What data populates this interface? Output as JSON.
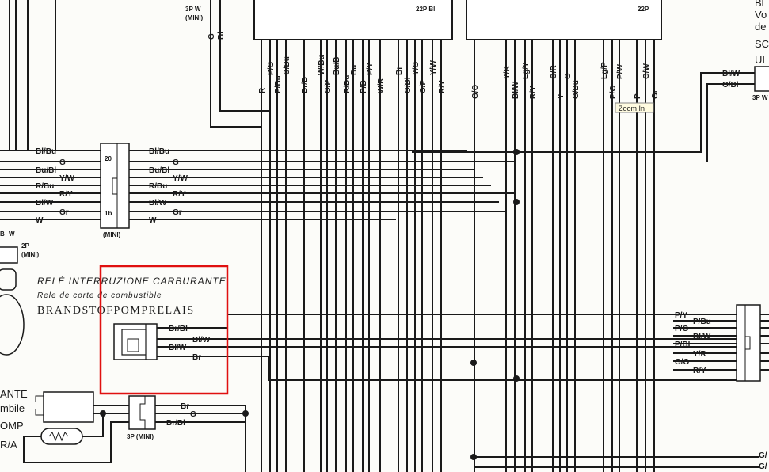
{
  "colors": {
    "wire": "#1a1a1a",
    "highlight": "#e01010",
    "paper": "#fcfcf9"
  },
  "ecu": {
    "left_label": "22P Bl",
    "right_label": "22P",
    "left_wires": [
      "R",
      "P/G",
      "P/Bu",
      "O/Bu",
      "Br/B",
      "W/Bu",
      "G/P",
      "Bu/B",
      "R/Bu",
      "Bu",
      "P/B",
      "P/Y",
      "W/R",
      "Br",
      "O/Bl",
      "Y/G",
      "G/P",
      "Y/W",
      "R/Y"
    ],
    "right_wires": [
      "G/O",
      "Y/R",
      "Bl/W",
      "Lg/Y",
      "R/Y",
      "G/R",
      "Y",
      "G",
      "G/Bu",
      "Lg/P",
      "P/G",
      "P/W",
      "P",
      "G/W",
      "Gr"
    ]
  },
  "top_connector": {
    "label": "3P W",
    "sub": "(MINI)",
    "wires": [
      "G",
      "Bl"
    ]
  },
  "left_connector": {
    "label": "(MINI)",
    "pin_top": "20",
    "pin_bottom": "1b",
    "left_wires": [
      "Bl/Bu",
      "G",
      "Bu/Bl",
      "Y/W",
      "R/Bu",
      "R/Y",
      "Bl/W",
      "Gr",
      "W"
    ],
    "right_wires": [
      "Bl/Bu",
      "G",
      "Bu/Bl",
      "Y/W",
      "R/Bu",
      "R/Y",
      "Bl/W",
      "Gr",
      "W"
    ]
  },
  "small_connector": {
    "label": "2P",
    "sub": "(MINI)",
    "pins": [
      "B",
      "W"
    ]
  },
  "relay": {
    "title_it": "RELÈ INTERRUZIONE CARBURANTE",
    "title_es": "Rele de corte de combustible",
    "title_nl": "BRANDSTOFPOMPRELAIS",
    "wires": [
      "Br/Bl",
      "Bl/W",
      "Bl/W",
      "Br"
    ]
  },
  "pump_connector": {
    "label": "3P (MINI)",
    "wires": [
      "Br",
      "G",
      "Br/Bl"
    ]
  },
  "pump": {
    "side_labels": [
      "ANTE",
      "mbile",
      "OMP",
      "R/A"
    ]
  },
  "right_connector": {
    "wires": [
      "P/Y",
      "P/Bu",
      "P/G",
      "Bl/W",
      "P/Bl",
      "Y/R",
      "G/O",
      "R/Y"
    ]
  },
  "top_right": {
    "text": [
      "Bl",
      "Vo",
      "de",
      "SC",
      "UI"
    ],
    "wires": [
      "Bl/W",
      "O/Bl"
    ],
    "label": "3P W"
  },
  "bottom_right": {
    "wires": [
      "G/",
      "G/"
    ]
  },
  "tooltip": {
    "text": "Zoom In"
  }
}
